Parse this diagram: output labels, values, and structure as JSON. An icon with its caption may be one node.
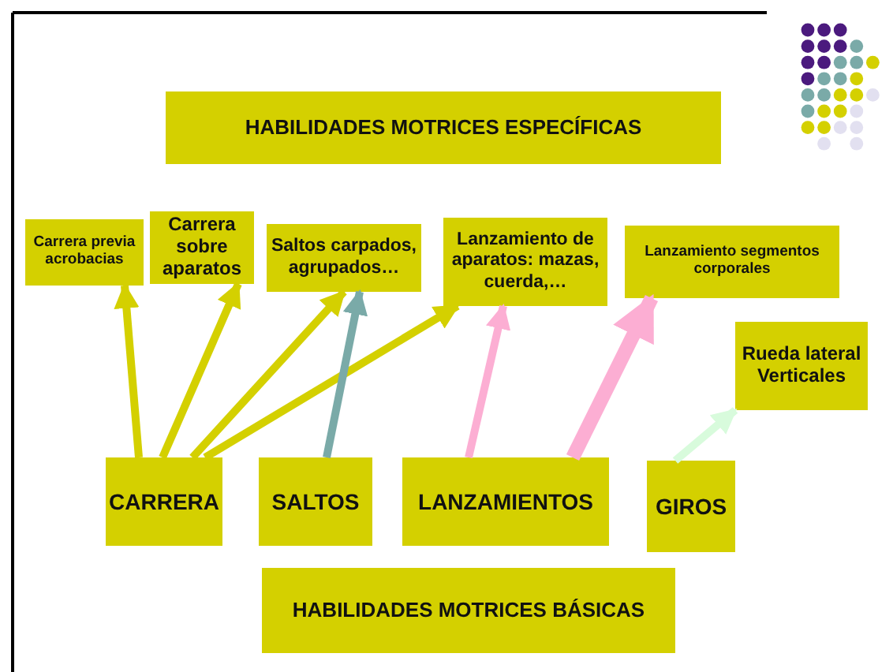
{
  "diagram": {
    "nodes": [
      {
        "text": [
          "HABILIDADES MOTRICES ESPECÍFICAS"
        ]
      },
      {
        "text": [
          "Carrera previa acrobacias"
        ]
      },
      {
        "text": [
          "Carrera sobre aparatos"
        ]
      },
      {
        "text": [
          "Saltos carpados, agrupados…"
        ]
      },
      {
        "text": [
          "Lanzamiento de aparatos: mazas, cuerda,…"
        ]
      },
      {
        "text": [
          "Lanzamiento segmentos corporales"
        ]
      },
      {
        "text": [
          "Rueda lateral Verticales"
        ]
      },
      {
        "text": [
          "CARRERA"
        ]
      },
      {
        "text": [
          "SALTOS"
        ]
      },
      {
        "text": [
          "LANZAMIENTOS"
        ]
      },
      {
        "text": [
          "GIROS"
        ]
      },
      {
        "text": [
          "HABILIDADES MOTRICES BÁSICAS"
        ]
      }
    ],
    "edges": [
      {
        "from": 7,
        "to": 1,
        "arrow": "to"
      },
      {
        "from": 7,
        "to": 2,
        "arrow": "to"
      },
      {
        "from": 7,
        "to": 3,
        "arrow": "to"
      },
      {
        "from": 7,
        "to": 4,
        "arrow": "to"
      },
      {
        "from": 8,
        "to": 3,
        "arrow": "to",
        "color": "#7aaaa8"
      },
      {
        "from": 9,
        "to": 4,
        "arrow": "to",
        "color": "#fcaed3"
      },
      {
        "from": 9,
        "to": 5,
        "arrow": "to",
        "style": "thick",
        "color": "#fcaed3"
      },
      {
        "from": 10,
        "to": 6,
        "arrow": "to",
        "color": "#d8fbdc"
      }
    ]
  }
}
